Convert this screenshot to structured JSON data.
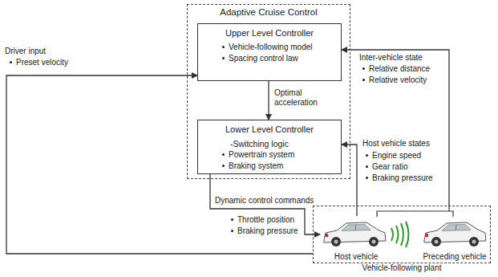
{
  "diagram": {
    "nodes": [
      {
        "text": [
          "Adaptive Cruise Control"
        ]
      },
      {
        "text": [
          "Upper Level Controller",
          "Vehicle-following model",
          "Spacing control law"
        ],
        "in": 0
      },
      {
        "text": [
          "Lower Level Controller",
          "-Switching logic",
          "Powertrain system",
          "Braking system"
        ],
        "in": 0
      },
      {
        "text": [
          "Vehicle-following plant"
        ]
      },
      {
        "text": [
          "Host vehicle"
        ],
        "in": 3
      },
      {
        "text": [
          "Preceding vehicle"
        ],
        "in": 3
      }
    ],
    "edges": [
      {
        "from": 1,
        "to": 2,
        "arrow": "to",
        "label": "Optimal acceleration"
      },
      {
        "from": 2,
        "to": 4,
        "arrow": "to",
        "label": "Dynamic control commands"
      },
      {
        "from": 4,
        "to": 2,
        "arrow": "to",
        "label": "Host vehicle states"
      },
      {
        "from": 3,
        "to": 1,
        "arrow": "to",
        "label": "Inter-vehicle state"
      },
      {
        "from": 3,
        "to": 1,
        "arrow": "to",
        "label": "Driver input"
      }
    ],
    "labels": [
      "Preset velocity",
      "Relative distance",
      "Relative velocity",
      "Engine speed",
      "Gear ratio",
      "Braking pressure",
      "Throttle position",
      "Braking pressure"
    ]
  }
}
